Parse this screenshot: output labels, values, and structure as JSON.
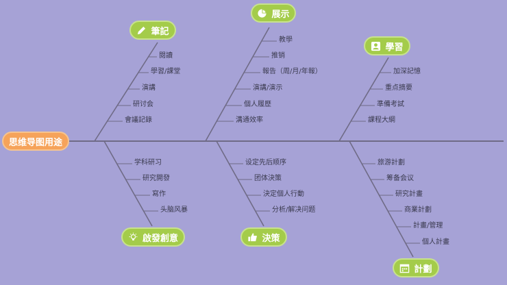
{
  "root": {
    "label": "思维导图用途"
  },
  "categories": [
    {
      "id": "notes",
      "label": "筆記",
      "icon": "pencil-icon",
      "items": [
        "閱讀",
        "學習/課堂",
        "演講",
        "研讨会",
        "會議記錄"
      ]
    },
    {
      "id": "present",
      "label": "展示",
      "icon": "pie-chart-icon",
      "items": [
        "教學",
        "推销",
        "報告（周/月/年報）",
        "演講/演示",
        "個人履歷",
        "溝通效率"
      ]
    },
    {
      "id": "learn",
      "label": "學習",
      "icon": "user-icon",
      "items": [
        "加深記憶",
        "重点摘要",
        "準備考試",
        "課程大綱"
      ]
    },
    {
      "id": "ideas",
      "label": "啟發創意",
      "icon": "lightbulb-icon",
      "items": [
        "学科研习",
        "研究開發",
        "寫作",
        "头脑风暴"
      ]
    },
    {
      "id": "decide",
      "label": "決策",
      "icon": "thumbs-up-icon",
      "items": [
        "设定先后顺序",
        "团体決策",
        "決定個人行動",
        "分析/解决问题"
      ]
    },
    {
      "id": "plan",
      "label": "計劃",
      "icon": "calendar-icon",
      "items": [
        "旅游計劃",
        "筹备会议",
        "研究計畫",
        "商業計劃",
        "計畫/管理",
        "個人計畫"
      ]
    }
  ]
}
